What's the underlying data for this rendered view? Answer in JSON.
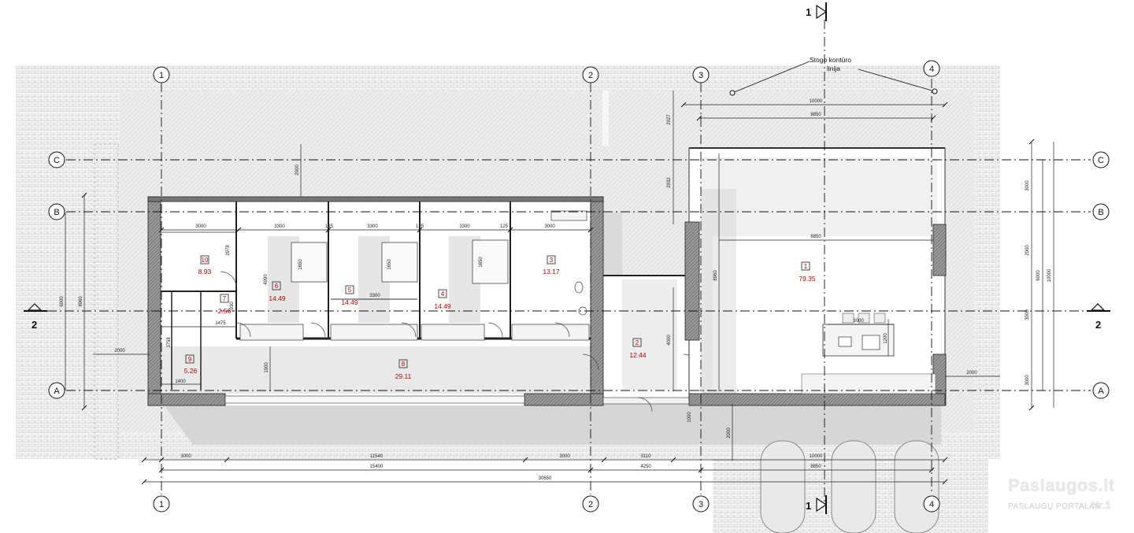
{
  "grid": {
    "vertical": [
      "1",
      "2",
      "3",
      "4"
    ],
    "horizontal": [
      "C",
      "B",
      "A"
    ]
  },
  "sections": {
    "s1": "1",
    "s2": "2"
  },
  "roof_label": [
    "Stogo kontūro",
    "linija"
  ],
  "rooms": [
    {
      "num": "10",
      "area": "8.93"
    },
    {
      "num": "6",
      "area": "14.49"
    },
    {
      "num": "5",
      "area": "14.49"
    },
    {
      "num": "4",
      "area": "14.49"
    },
    {
      "num": "3",
      "area": "13.17"
    },
    {
      "num": "7",
      "area": "2.56"
    },
    {
      "num": "9",
      "area": "5.26"
    },
    {
      "num": "8",
      "area": "29.11"
    },
    {
      "num": "2",
      "area": "12.44"
    },
    {
      "num": "1",
      "area": "79.35"
    }
  ],
  "dims": {
    "top_row": [
      "3000",
      "3300",
      "125",
      "3300",
      "125",
      "3300",
      "125",
      "3000"
    ],
    "right_top": [
      "10000",
      "8850"
    ],
    "bottom_row1": [
      "3000",
      "11540",
      "3000",
      "3110",
      "10000"
    ],
    "bottom_row2": [
      "15400",
      "4250",
      "8850"
    ],
    "bottom_row3": "30650",
    "left": [
      "8960",
      "6000",
      "2000"
    ],
    "right": [
      "3000",
      "2000",
      "3000",
      "3000",
      "6000",
      "10000"
    ],
    "inner": [
      "2000",
      "2978",
      "4990",
      "1650",
      "1650",
      "1650",
      "3300",
      "1475",
      "1930",
      "3758",
      "1400",
      "1900",
      "4000",
      "2027",
      "2932",
      "8850",
      "8960",
      "3000",
      "1200",
      "2000",
      "1000",
      "2000"
    ]
  },
  "watermark": {
    "main": "Paslaugos.lt",
    "sub": "PASLAUGŲ PORTALAS",
    "nr": "Nr.1"
  }
}
